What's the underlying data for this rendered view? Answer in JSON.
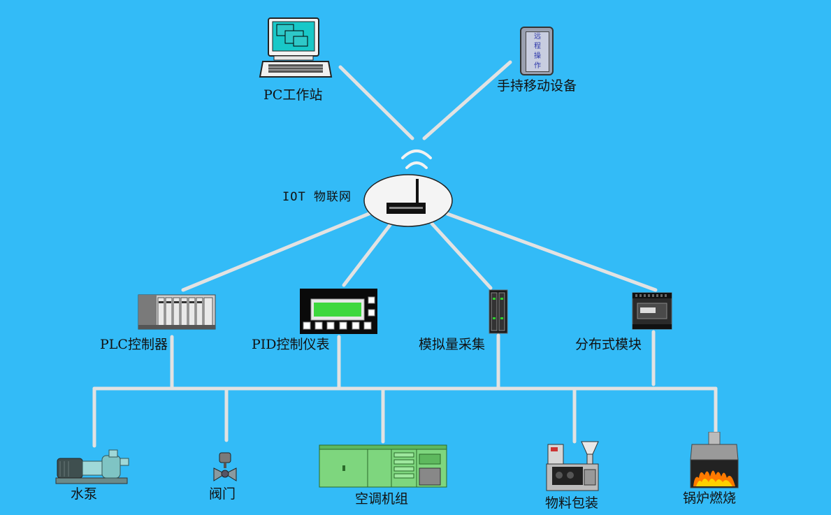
{
  "network": {
    "hub_label": "IOT 物联网"
  },
  "top_devices": {
    "pc": {
      "label": "PC工作站"
    },
    "handheld": {
      "label": "手持移动设备",
      "screen_text": [
        "远",
        "程",
        "操",
        "作"
      ]
    }
  },
  "controllers": [
    {
      "label": "PLC控制器"
    },
    {
      "label": "PID控制仪表"
    },
    {
      "label": "模拟量采集"
    },
    {
      "label": "分布式模块"
    }
  ],
  "field_devices": [
    {
      "label": "水泵"
    },
    {
      "label": "阀门"
    },
    {
      "label": "空调机组"
    },
    {
      "label": "物料包装"
    },
    {
      "label": "锅炉燃烧"
    }
  ],
  "colors": {
    "background": "#33bbf7",
    "wire": "#e6e6e6"
  }
}
